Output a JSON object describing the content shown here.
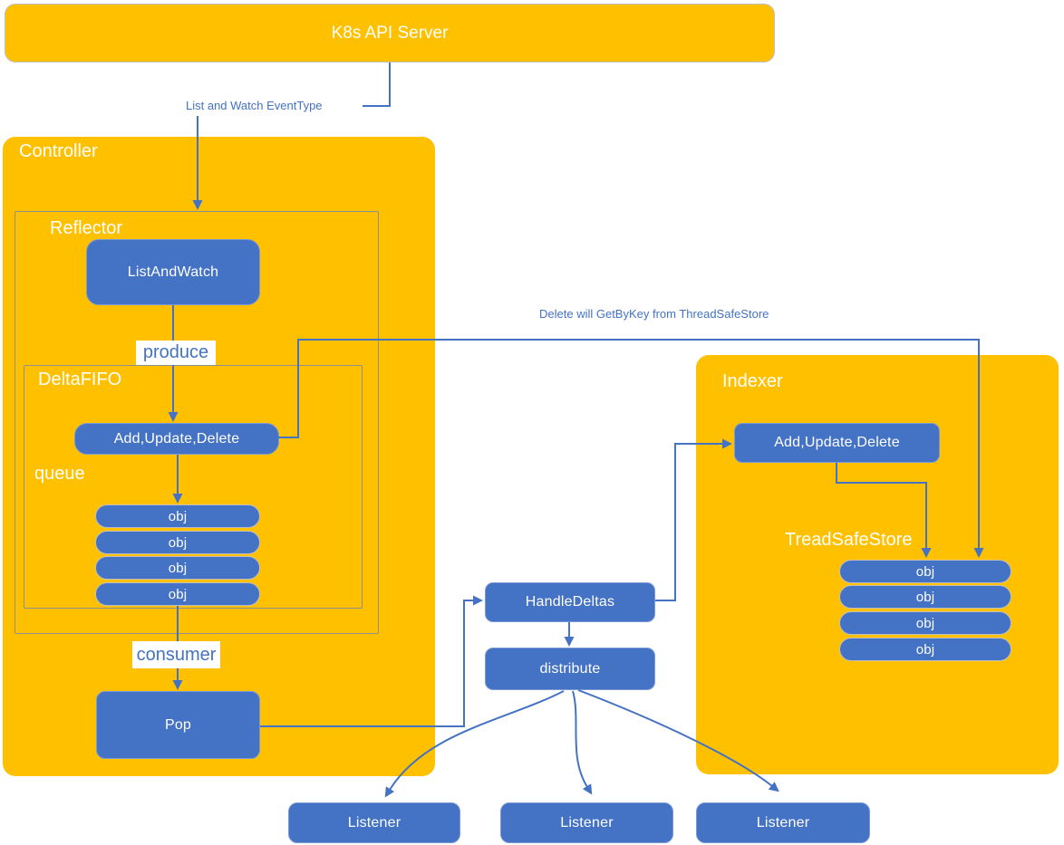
{
  "colors": {
    "orange": "#FFC000",
    "blue": "#4472C4",
    "line": "#4472C4",
    "outline_gray": "#8f8f8f",
    "pill_border": "#BFBFBF",
    "text_white": "#FFFFFF"
  },
  "nodes": {
    "api_server": {
      "label": "K8s API Server"
    },
    "controller": {
      "label": "Controller"
    },
    "reflector": {
      "label": "Reflector"
    },
    "list_and_watch": {
      "label": "ListAndWatch"
    },
    "delta_fifo": {
      "label": "DeltaFIFO"
    },
    "fifo_ops": {
      "label": "Add,Update,Delete"
    },
    "queue": {
      "label": "queue"
    },
    "fifo_objs": [
      "obj",
      "obj",
      "obj",
      "obj"
    ],
    "pop": {
      "label": "Pop"
    },
    "handle_deltas": {
      "label": "HandleDeltas"
    },
    "distribute": {
      "label": "distribute"
    },
    "listeners": [
      "Listener",
      "Listener",
      "Listener"
    ],
    "indexer": {
      "label": "Indexer"
    },
    "indexer_ops": {
      "label": "Add,Update,Delete"
    },
    "thread_safe_store": {
      "label": "TreadSafeStore"
    },
    "store_objs": [
      "obj",
      "obj",
      "obj",
      "obj"
    ]
  },
  "edge_labels": {
    "list_watch": "List and Watch EventType",
    "produce": "produce",
    "consumer": "consumer",
    "get_by_key": "Delete will GetByKey from ThreadSafeStore"
  }
}
